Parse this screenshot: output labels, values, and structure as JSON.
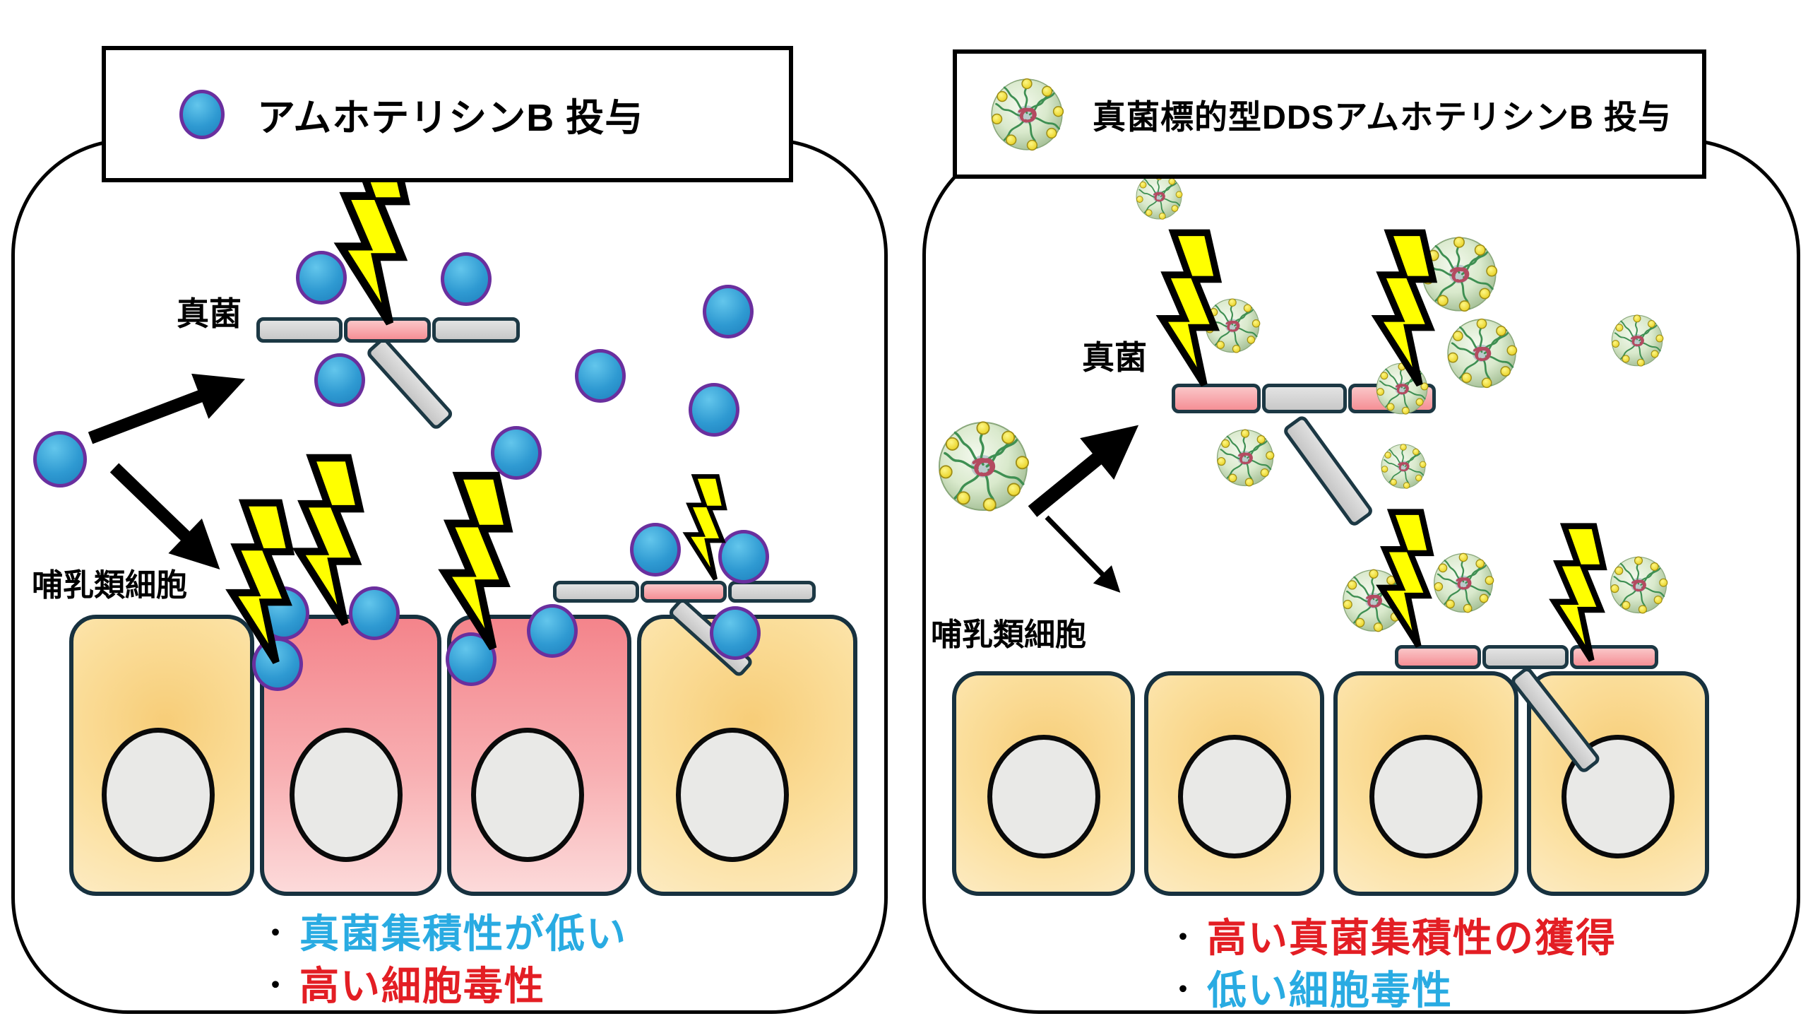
{
  "figure": {
    "left_panel": {
      "title": "アムホテリシンB 投与",
      "legend_icon": "amphotericin-b-icon",
      "fungus_label": "真菌",
      "mammal_label": "哺乳類細胞",
      "bullet1": {
        "text": "真菌集積性が低い",
        "color": "#29abe2"
      },
      "bullet2": {
        "text": "高い細胞毒性",
        "color": "#e31e24"
      }
    },
    "right_panel": {
      "title": "真菌標的型DDSアムホテリシンB 投与",
      "legend_icon": "dds-micelle-icon",
      "fungus_label": "真菌",
      "mammal_label": "哺乳類細胞",
      "bullet1": {
        "text": "高い真菌集積性の獲得",
        "color": "#e31e24"
      },
      "bullet2": {
        "text": "低い細胞毒性",
        "color": "#29abe2"
      }
    },
    "bullet_marker": "・",
    "colors": {
      "outline": "#17313f",
      "lightning": "#ffff00",
      "amb_sphere_top": "#63c6ec",
      "amb_sphere_bottom": "#1e7fbc",
      "amb_sphere_border": "#6a2f9e",
      "micelle_body": "#d9e9cc",
      "micelle_bead": "#f2dc2e",
      "micelle_chain": "#3e8f52",
      "micelle_core": "#b34a60",
      "hypha_gray": "#d6d6d6",
      "hypha_damaged": "#f7969c",
      "cell_healthy": "#f7cd78",
      "cell_damaged": "#f5888e",
      "nucleus": "#e9e9e7",
      "text_blue": "#29abe2",
      "text_red": "#e31e24",
      "arrow": "#000000"
    }
  }
}
